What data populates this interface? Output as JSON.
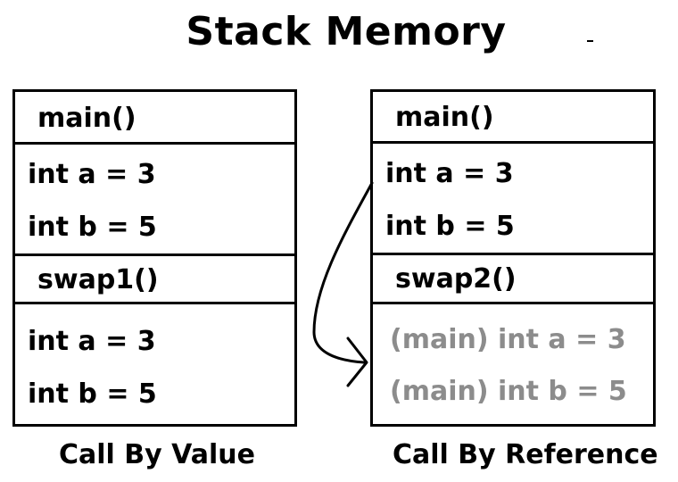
{
  "title": "Stack Memory",
  "left": {
    "caption": "Call By Value",
    "frames": [
      {
        "name": "main()",
        "vars": [
          "int a = 3",
          "int b = 5"
        ]
      },
      {
        "name": "swap1()",
        "vars": [
          "int a = 3",
          "int b = 5"
        ]
      }
    ]
  },
  "right": {
    "caption": "Call By Reference",
    "frames": [
      {
        "name": "main()",
        "vars": [
          "int a = 3",
          "int b = 5"
        ]
      },
      {
        "name": "swap2()",
        "vars": [
          "(main) int a = 3",
          "(main) int b = 5"
        ]
      }
    ]
  },
  "colors": {
    "reference_text": "#8c8c8c",
    "stroke": "#000000"
  }
}
